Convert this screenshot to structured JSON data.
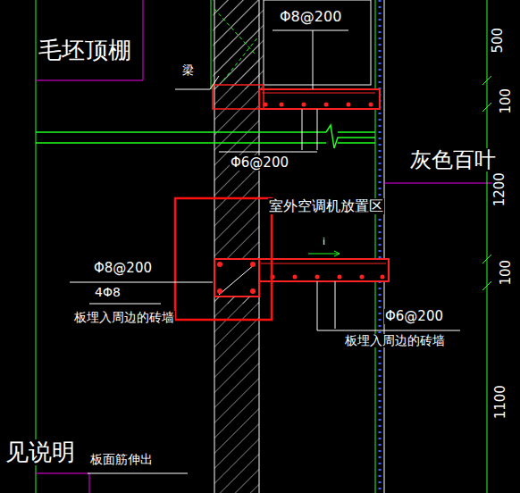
{
  "diagram": {
    "labels": [
      "毛坯顶棚",
      "梁",
      "Φ8@200",
      "Φ6@200",
      "灰色百叶",
      "室外空调机放置区",
      "i",
      "Φ8@200",
      "4Φ8",
      "板埋入周边的砖墙",
      "Φ6@200",
      "板埋入周边的砖墙",
      "见说明",
      "板面筋伸出",
      "500",
      "100",
      "1200",
      "100",
      "1100"
    ]
  }
}
